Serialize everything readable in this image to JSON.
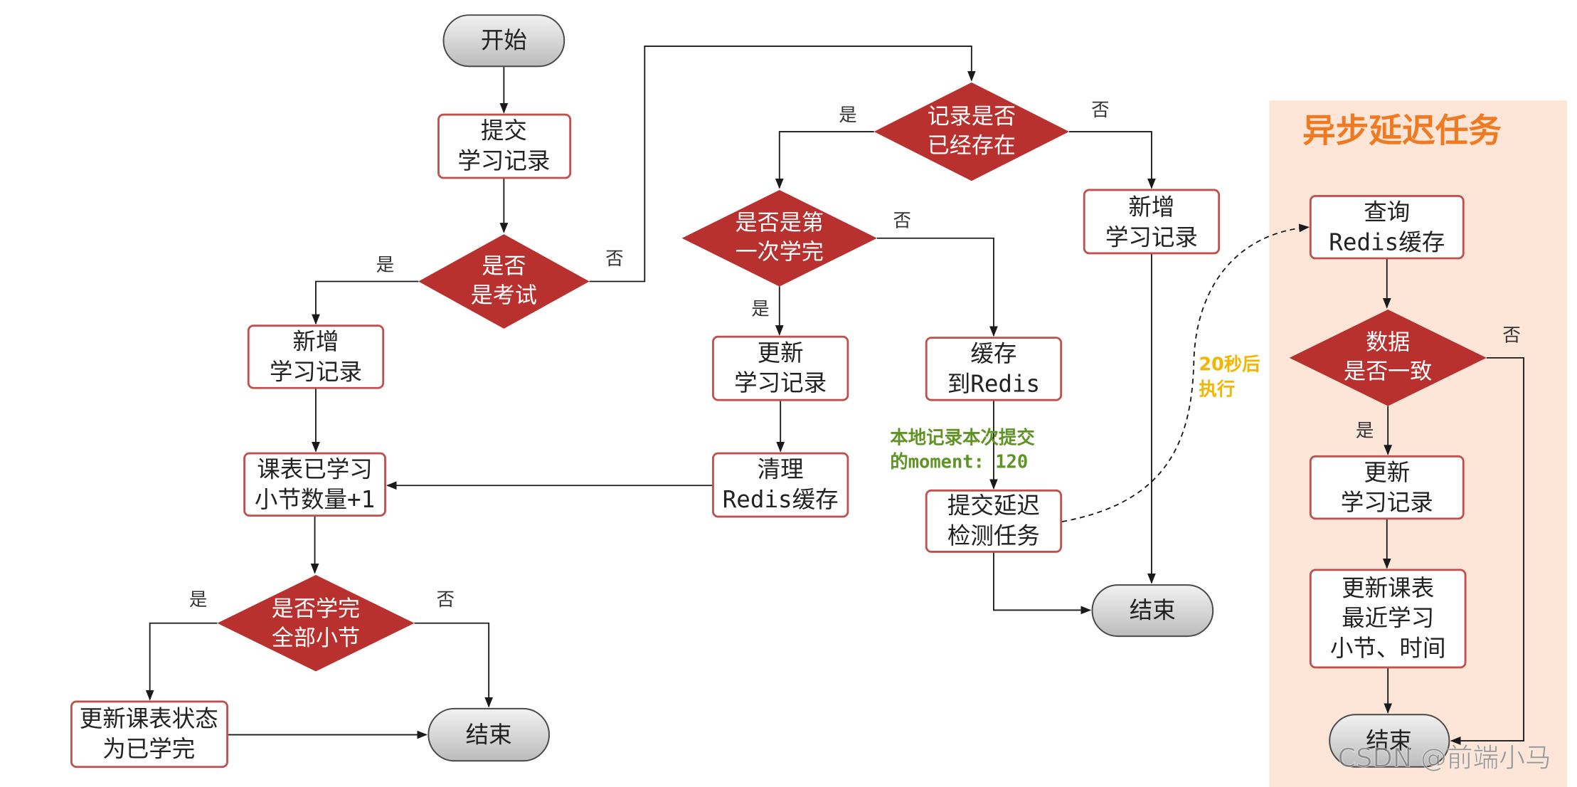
{
  "diagram": {
    "nodes": {
      "start": [
        "开始"
      ],
      "submit_record": [
        "提交",
        "学习记录"
      ],
      "is_exam": [
        "是否",
        "是考试"
      ],
      "add_record_left": [
        "新增",
        "学习记录"
      ],
      "increment_lessons": [
        "课表已学习",
        "小节数量+1"
      ],
      "all_lessons_done": [
        "是否学完",
        "全部小节"
      ],
      "mark_course_done": [
        "更新课表状态",
        "为已学完"
      ],
      "end_left": [
        "结束"
      ],
      "record_exists": [
        "记录是否",
        "已经存在"
      ],
      "first_finish": [
        "是否是第",
        "一次学完"
      ],
      "update_record_mid": [
        "更新",
        "学习记录"
      ],
      "clear_redis": [
        "清理",
        "Redis缓存"
      ],
      "cache_redis": [
        "缓存",
        "到Redis"
      ],
      "submit_delay_task": [
        "提交延迟",
        "检测任务"
      ],
      "end_mid": [
        "结束"
      ],
      "add_record_right": [
        "新增",
        "学习记录"
      ],
      "query_redis": [
        "查询",
        "Redis缓存"
      ],
      "data_consistent": [
        "数据",
        "是否一致"
      ],
      "update_record_async": [
        "更新",
        "学习记录"
      ],
      "update_course_recent": [
        "更新课表",
        "最近学习",
        "小节、时间"
      ],
      "end_async": [
        "结束"
      ]
    },
    "edge_labels": {
      "is_exam_yes": "是",
      "is_exam_no": "否",
      "all_done_yes": "是",
      "all_done_no": "否",
      "record_exists_yes": "是",
      "record_exists_no": "否",
      "first_finish_yes": "是",
      "first_finish_no": "否",
      "consistent_yes": "是",
      "consistent_no": "否"
    },
    "notes": {
      "local_moment": [
        "本地记录本次提交",
        "的moment: 120"
      ],
      "delay": [
        "20秒后",
        "执行"
      ]
    },
    "async_panel": {
      "title": "异步延迟任务"
    },
    "colors": {
      "decision_fill": "#b8312f",
      "process_border": "#c0504d",
      "terminal_top": "#f2f2f2",
      "terminal_bottom": "#bcbcbc",
      "panel_bg": "#fde6d8",
      "panel_title": "#f07a22",
      "note_green": "#5e9424",
      "note_yellow": "#f2b600"
    }
  },
  "watermark": "CSDN @前端小马"
}
